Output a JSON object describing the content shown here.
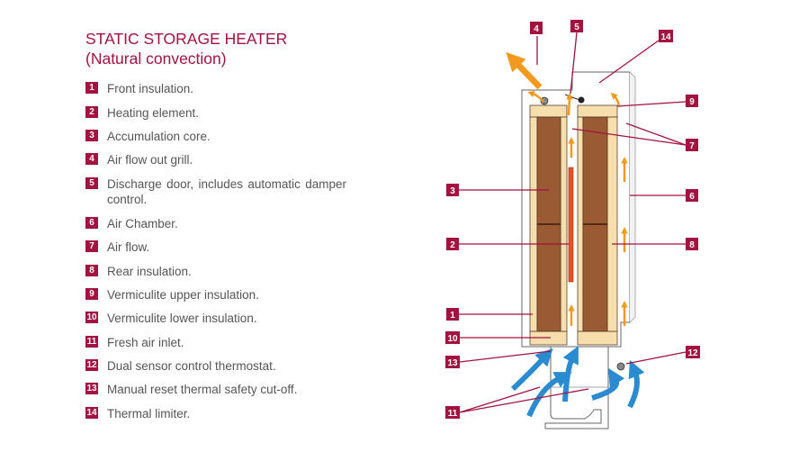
{
  "title": {
    "line1": "STATIC STORAGE HEATER",
    "line2": "(Natural convection)"
  },
  "legend": [
    {
      "num": "1",
      "text": "Front insulation."
    },
    {
      "num": "2",
      "text": "Heating element."
    },
    {
      "num": "3",
      "text": "Accumulation core."
    },
    {
      "num": "4",
      "text": "Air flow out grill."
    },
    {
      "num": "5",
      "text": "Discharge door, includes automatic damper control."
    },
    {
      "num": "6",
      "text": "Air Chamber."
    },
    {
      "num": "7",
      "text": "Air flow."
    },
    {
      "num": "8",
      "text": "Rear insulation."
    },
    {
      "num": "9",
      "text": "Vermiculite upper insulation."
    },
    {
      "num": "10",
      "text": "Vermiculite lower insulation."
    },
    {
      "num": "11",
      "text": "Fresh air inlet."
    },
    {
      "num": "12",
      "text": "Dual sensor control thermostat."
    },
    {
      "num": "13",
      "text": "Manual reset thermal safety cut-off."
    },
    {
      "num": "14",
      "text": "Thermal limiter."
    }
  ],
  "diagram": {
    "tags": {
      "t4": "4",
      "t5": "5",
      "t14": "14",
      "t9": "9",
      "t7": "7",
      "t6": "6",
      "t8": "8",
      "t3": "3",
      "t2": "2",
      "t1": "1",
      "t10": "10",
      "t13": "13",
      "t11": "11",
      "t12": "12"
    }
  },
  "colors": {
    "brand": "#a4123f",
    "core": "#9a5a34",
    "insulation": "#f6dfac",
    "element": "#e8541e",
    "hot_air": "#f39a1e",
    "cold_air": "#2a8bd0"
  }
}
